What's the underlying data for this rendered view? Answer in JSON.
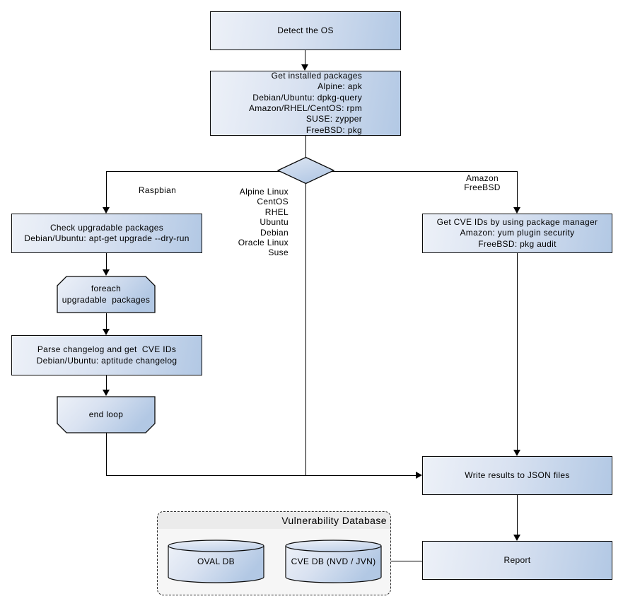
{
  "diagram": {
    "nodes": {
      "detect_os": "Detect the OS",
      "get_packages": "Get installed packages\nAlpine: apk\nDebian/Ubuntu: dpkg-query\nAmazon/RHEL/CentOS: rpm\nSUSE: zypper\nFreeBSD: pkg",
      "check_upgradable": "Check upgradable packages\nDebian/Ubuntu: apt-get upgrade --dry-run",
      "foreach_loop": "foreach\nupgradable  packages",
      "parse_changelog": "Parse changelog and get  CVE IDs\nDebian/Ubuntu: aptitude changelog",
      "end_loop": "end loop",
      "get_cve_ids": "Get CVE IDs by using package manager\nAmazon: yum plugin security\nFreeBSD: pkg audit",
      "write_json": "Write results to JSON files",
      "report": "Report"
    },
    "branch_labels": {
      "left": "Raspbian",
      "middle": "Alpine Linux\nCentOS\nRHEL\nUbuntu\nDebian\nOracle Linux\nSuse",
      "right": "Amazon\nFreeBSD"
    },
    "database": {
      "title": "Vulnerability Database",
      "oval_db": "OVAL DB",
      "cve_db": "CVE DB (NVD / JVN)"
    },
    "colors": {
      "node_fill_light": "#edf1f8",
      "node_fill_mid": "#d9e2f1",
      "node_fill_dark": "#b2c8e4",
      "node_border": "#0a0a0a",
      "connector": "#000000",
      "container_fill": "#f6f6f6",
      "container_header_fill": "#ebebeb",
      "container_border": "#2b2b2b",
      "canvas_background": "#ffffff"
    }
  }
}
